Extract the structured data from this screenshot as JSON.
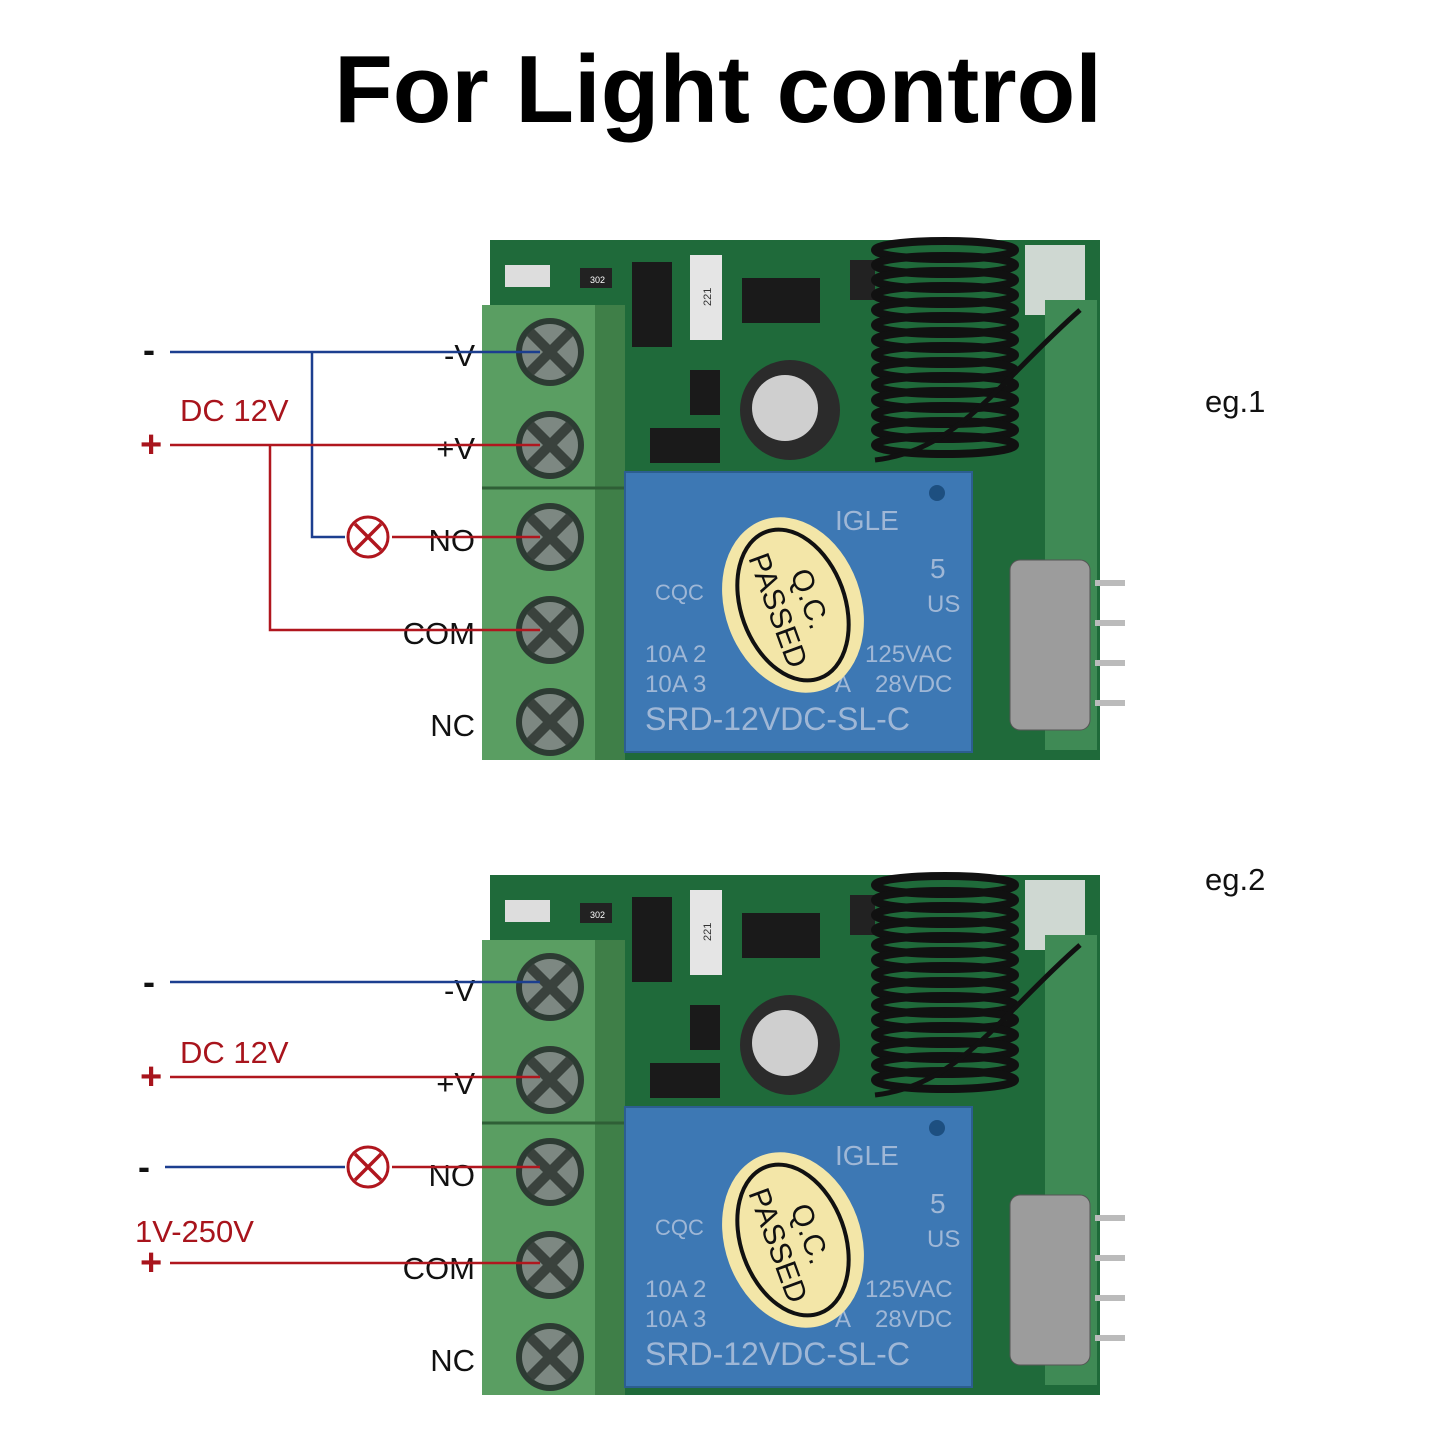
{
  "title": "For Light control",
  "colors": {
    "negative_wire": "#1c3e8f",
    "positive_wire": "#b0161e",
    "board": "#1f6a3a",
    "terminal": "#5a9e62",
    "relay": "#3d78b4"
  },
  "terminals": [
    "-V",
    "+V",
    "NO",
    "COM",
    "NC"
  ],
  "relay": {
    "brand": "IGLE",
    "cert": "CQC",
    "num": "5",
    "us": "US",
    "row1_left": "10A 2",
    "row1_right": "125VAC",
    "row2_left": "10A 3",
    "row2_mid": "A",
    "row2_right": "28VDC",
    "model": "SRD-12VDC-SL-C",
    "sticker_line1": "Q.C.",
    "sticker_line2": "PASSED"
  },
  "components": {
    "resistor": "302",
    "inductor": "221"
  },
  "examples": [
    {
      "label": "eg.1",
      "supply_label": "DC 12V",
      "minus": "-",
      "plus": "+",
      "load_icon": "lamp-icon"
    },
    {
      "label": "eg.2",
      "supply_label": "DC 12V",
      "minus": "-",
      "plus": "+",
      "load_supply_label": "1V-250V",
      "load_minus": "-",
      "load_plus": "+",
      "load_icon": "lamp-icon"
    }
  ]
}
